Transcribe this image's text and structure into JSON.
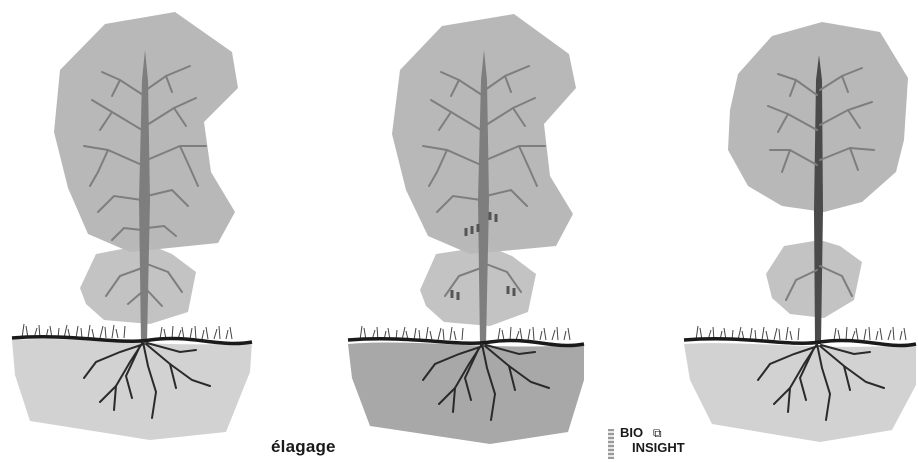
{
  "caption": "élagage",
  "logo": {
    "line1": "BIO",
    "line2": "INSIGHT",
    "icon": "bio-insight-logo-icon"
  },
  "colors": {
    "canopy": "#b8b8b8",
    "soil_light": "#d2d2d2",
    "soil_dark": "#a8a8a8",
    "branch": "#7e7e7e",
    "root": "#2a2a2a",
    "cut": "#555555"
  }
}
